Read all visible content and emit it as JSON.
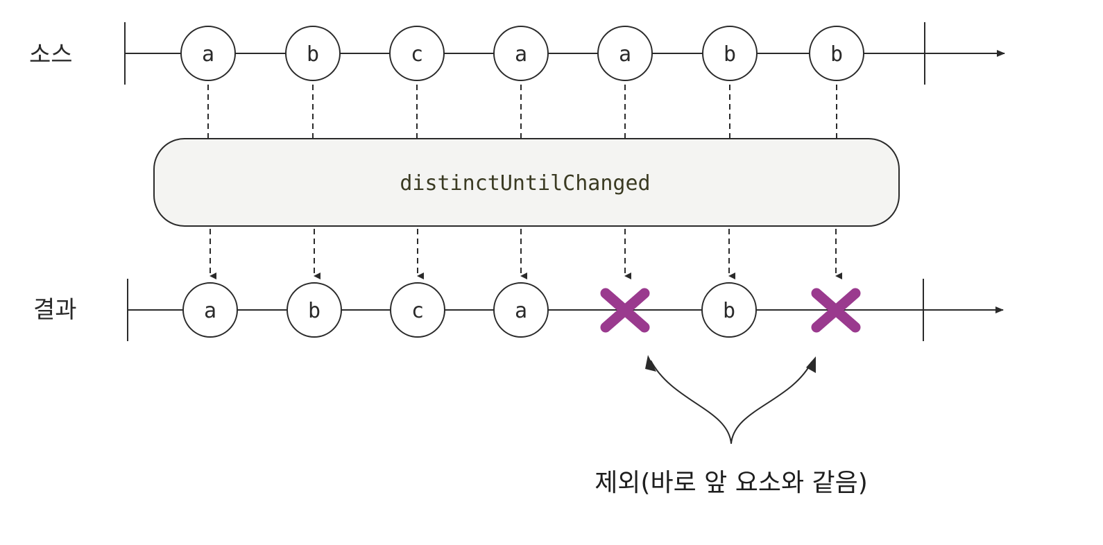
{
  "source": {
    "label": "소스",
    "items": [
      "a",
      "b",
      "c",
      "a",
      "a",
      "b",
      "b"
    ]
  },
  "operator": {
    "name": "distinctUntilChanged"
  },
  "result": {
    "label": "결과",
    "items": [
      {
        "value": "a",
        "dropped": false
      },
      {
        "value": "b",
        "dropped": false
      },
      {
        "value": "c",
        "dropped": false
      },
      {
        "value": "a",
        "dropped": false
      },
      {
        "value": "",
        "dropped": true
      },
      {
        "value": "b",
        "dropped": false
      },
      {
        "value": "",
        "dropped": true
      }
    ]
  },
  "annotation": {
    "caption": "제외(바로 앞 요소와 같음)"
  },
  "colors": {
    "line": "#2a2a2a",
    "marble_fill": "#ffffff",
    "operator_fill": "#f4f4f2",
    "dropped_mark": "#9a3a8e"
  }
}
